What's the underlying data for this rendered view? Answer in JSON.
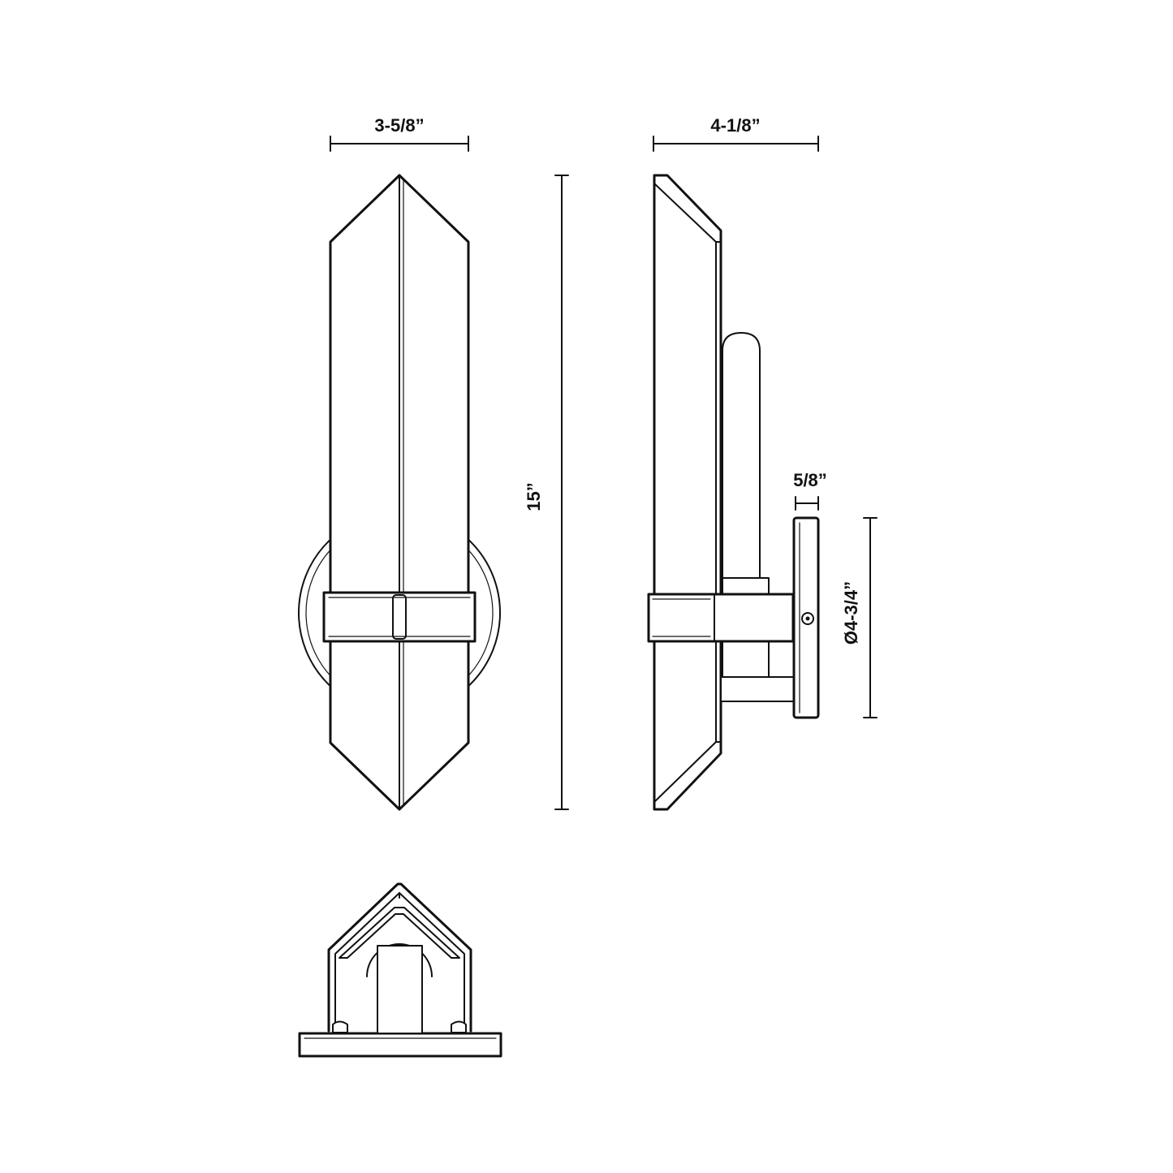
{
  "dimensions": {
    "front_width": "3-5/8”",
    "side_depth": "4-1/8”",
    "overall_height": "15”",
    "backplate_depth": "5/8”",
    "backplate_diameter": "Ø4-3/4”"
  },
  "colors": {
    "line": "#111111",
    "background": "#ffffff"
  }
}
